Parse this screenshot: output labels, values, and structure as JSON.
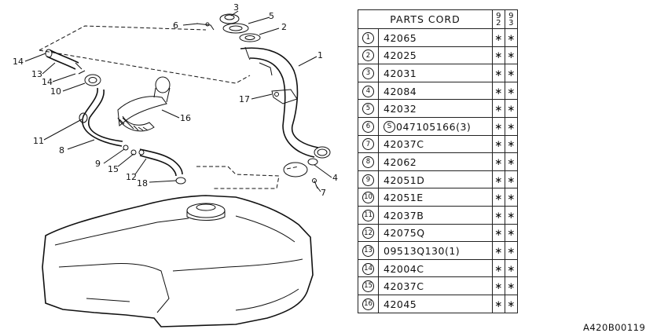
{
  "table": {
    "header": {
      "title": "PARTS CORD",
      "col92": [
        "9",
        "2"
      ],
      "col93": [
        "9",
        "3"
      ]
    },
    "rows": [
      {
        "no": "1",
        "prefix": "",
        "code": "42065",
        "y92": "∗",
        "y93": "∗"
      },
      {
        "no": "2",
        "prefix": "",
        "code": "42025",
        "y92": "∗",
        "y93": "∗"
      },
      {
        "no": "3",
        "prefix": "",
        "code": "42031",
        "y92": "∗",
        "y93": "∗"
      },
      {
        "no": "4",
        "prefix": "",
        "code": "42084",
        "y92": "∗",
        "y93": "∗"
      },
      {
        "no": "5",
        "prefix": "",
        "code": "42032",
        "y92": "∗",
        "y93": "∗"
      },
      {
        "no": "6",
        "prefix": "S",
        "code": "047105166(3)",
        "y92": "∗",
        "y93": "∗"
      },
      {
        "no": "7",
        "prefix": "",
        "code": "42037C",
        "y92": "∗",
        "y93": "∗"
      },
      {
        "no": "8",
        "prefix": "",
        "code": "42062",
        "y92": "∗",
        "y93": "∗"
      },
      {
        "no": "9",
        "prefix": "",
        "code": "42051D",
        "y92": "∗",
        "y93": "∗"
      },
      {
        "no": "10",
        "prefix": "",
        "code": "42051E",
        "y92": "∗",
        "y93": "∗"
      },
      {
        "no": "11",
        "prefix": "",
        "code": "42037B",
        "y92": "∗",
        "y93": "∗"
      },
      {
        "no": "12",
        "prefix": "",
        "code": "42075Q",
        "y92": "∗",
        "y93": "∗"
      },
      {
        "no": "13",
        "prefix": "",
        "code": "09513Q130(1)",
        "y92": "∗",
        "y93": "∗"
      },
      {
        "no": "14",
        "prefix": "",
        "code": "42004C",
        "y92": "∗",
        "y93": "∗"
      },
      {
        "no": "15",
        "prefix": "",
        "code": "42037C",
        "y92": "∗",
        "y93": "∗"
      },
      {
        "no": "16",
        "prefix": "",
        "code": "42045",
        "y92": "∗",
        "y93": "∗"
      }
    ]
  },
  "diagram": {
    "callouts": [
      "3",
      "5",
      "6",
      "2",
      "1",
      "14",
      "13",
      "14",
      "10",
      "17",
      "16",
      "11",
      "8",
      "9",
      "15",
      "12",
      "4",
      "18",
      "7"
    ]
  },
  "footer": {
    "code": "A420B00119"
  }
}
